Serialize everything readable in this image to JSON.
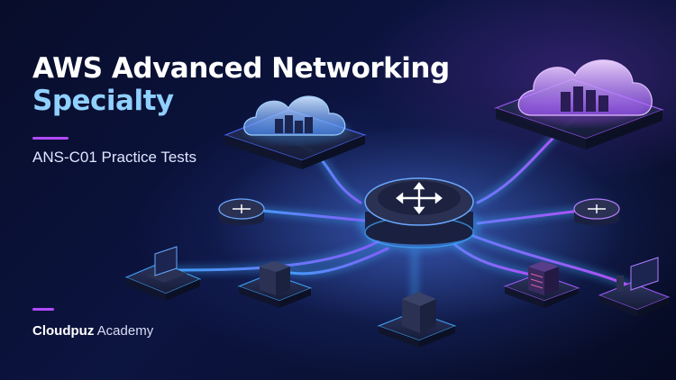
{
  "title": {
    "line1": "AWS Advanced Networking",
    "line2": "Specialty"
  },
  "subtitle": "ANS-C01 Practice Tests",
  "brand": {
    "name": "Cloudpuz",
    "suffix": "Academy"
  },
  "colors": {
    "background": "#0a1236",
    "title": "#ffffff",
    "title_accent": "#8fd0ff",
    "accent_bar": "#b14bff",
    "glow_blue": "#3fa9ff",
    "glow_purple": "#b14bff"
  },
  "icons": [
    "cloud-icon",
    "router-icon",
    "laptop-icon",
    "server-icon",
    "desktop-icon"
  ]
}
